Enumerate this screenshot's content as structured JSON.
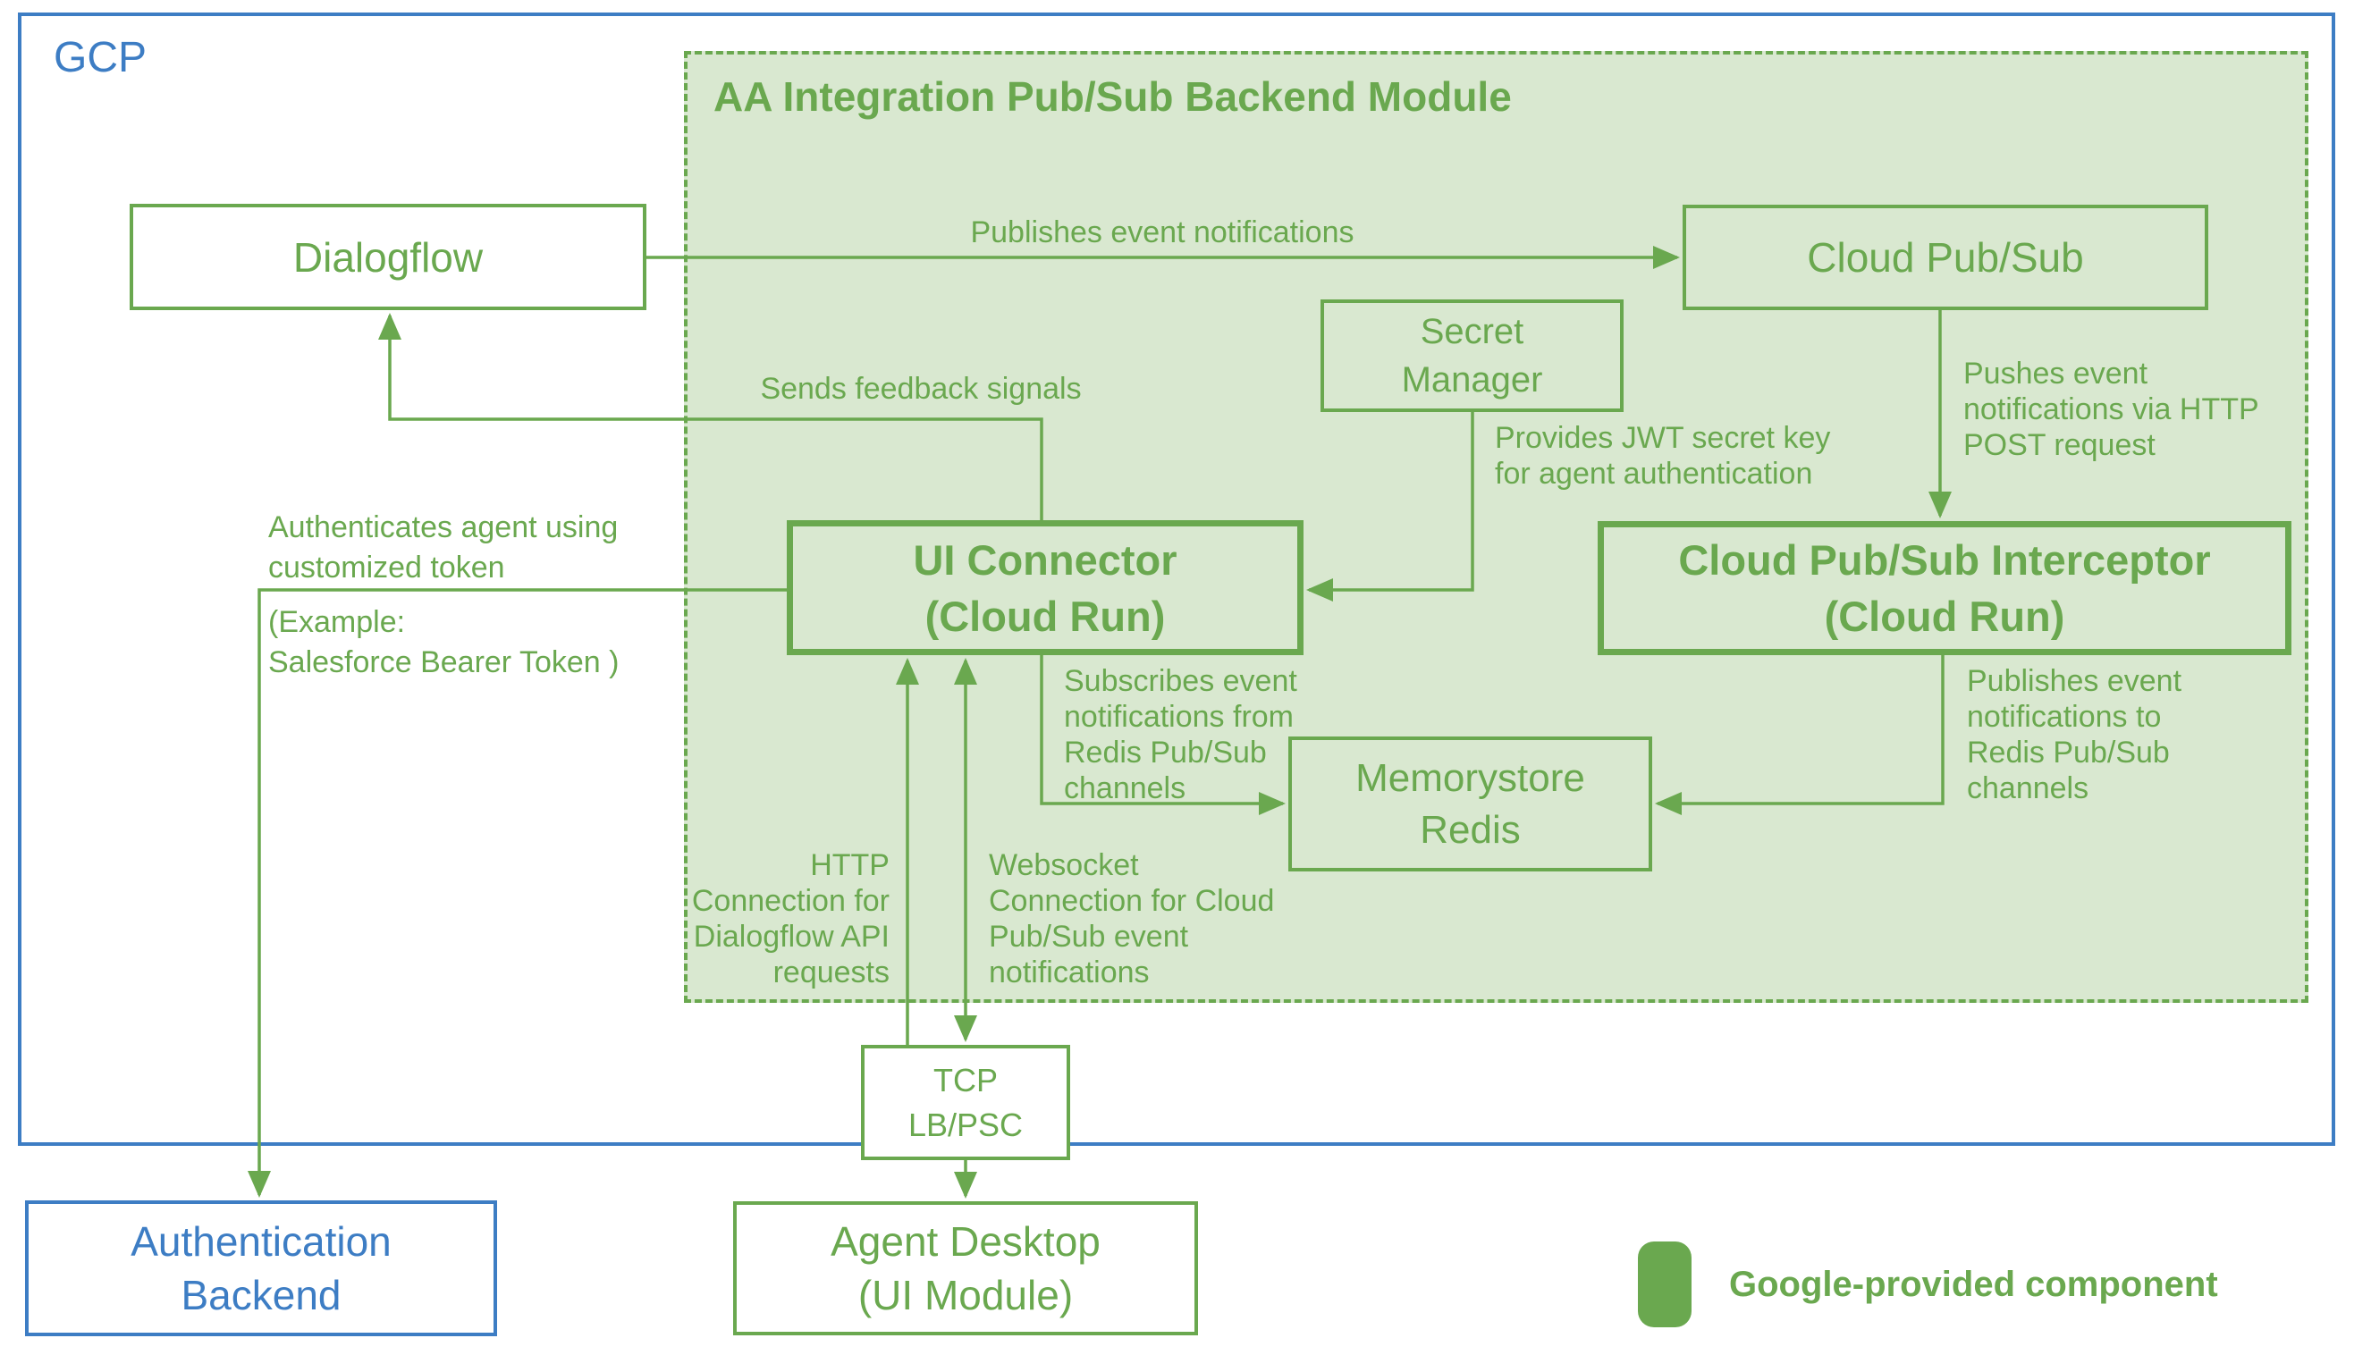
{
  "gcp": {
    "label": "GCP"
  },
  "module": {
    "title": "AA Integration Pub/Sub Backend Module"
  },
  "colors": {
    "green": "#6aa84f",
    "green_fill": "#d9e8d0",
    "blue": "#3d7dc4",
    "white": "#ffffff"
  },
  "nodes": {
    "dialogflow": {
      "label": "Dialogflow"
    },
    "cloud_pubsub": {
      "label": "Cloud Pub/Sub"
    },
    "secret_manager": {
      "label": "Secret\nManager"
    },
    "ui_connector": {
      "label": "UI Connector\n(Cloud Run)"
    },
    "interceptor": {
      "label": "Cloud Pub/Sub Interceptor\n(Cloud Run)"
    },
    "memorystore": {
      "label": "Memorystore\nRedis"
    },
    "tcp_lb": {
      "label": "TCP\nLB/PSC"
    },
    "agent_desktop": {
      "label": "Agent Desktop\n(UI Module)"
    },
    "auth_backend": {
      "label": "Authentication\nBackend"
    }
  },
  "edge_labels": {
    "publishes_event": "Publishes event notifications",
    "pushes_event": "Pushes event\nnotifications via HTTP\nPOST request",
    "provides_jwt": "Provides JWT secret key\nfor agent authentication",
    "sends_feedback": "Sends feedback signals",
    "authenticates_top": "Authenticates agent using\ncustomized token",
    "authenticates_bottom": "(Example:\nSalesforce Bearer Token )",
    "subscribes": "Subscribes event\nnotifications from\nRedis Pub/Sub\nchannels",
    "publishes_redis": "Publishes event\nnotifications to\nRedis Pub/Sub\nchannels",
    "http_conn": "HTTP\nConnection for\nDialogflow API\nrequests",
    "websocket_conn": "Websocket\nConnection for Cloud\nPub/Sub event\nnotifications"
  },
  "legend": {
    "label": "Google-provided component"
  }
}
